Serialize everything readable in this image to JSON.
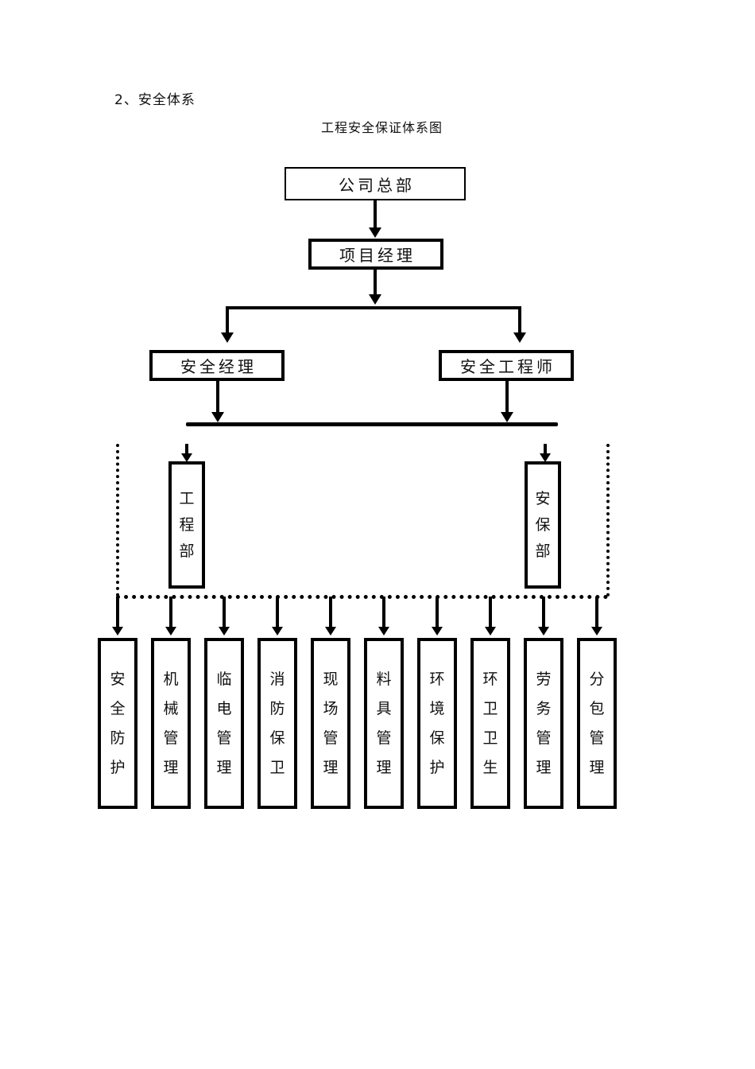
{
  "document": {
    "section_heading": "2、安全体系",
    "chart_title": "工程安全保证体系图"
  },
  "chart_data": {
    "type": "diagram",
    "diagram_kind": "organization-chart",
    "title": "工程安全保证体系图",
    "orientation": "top-down",
    "nodes": {
      "headquarters": {
        "label": "公司总部",
        "level": 1,
        "text_direction": "horizontal"
      },
      "project_manager": {
        "label": "项目经理",
        "level": 2,
        "text_direction": "horizontal"
      },
      "safety_manager": {
        "label": "安全经理",
        "level": 3,
        "text_direction": "horizontal"
      },
      "safety_engineer": {
        "label": "安全工程师",
        "level": 3,
        "text_direction": "horizontal"
      },
      "engineering_dept": {
        "label": "工程部",
        "level": 4,
        "text_direction": "vertical"
      },
      "security_dept": {
        "label": "安保部",
        "level": 4,
        "text_direction": "vertical"
      }
    },
    "leaf_nodes": [
      {
        "label": "安全防护",
        "chars": [
          "安",
          "全",
          "防",
          "护"
        ]
      },
      {
        "label": "机械管理",
        "chars": [
          "机",
          "械",
          "管",
          "理"
        ]
      },
      {
        "label": "临电管理",
        "chars": [
          "临",
          "电",
          "管",
          "理"
        ]
      },
      {
        "label": "消防保卫",
        "chars": [
          "消",
          "防",
          "保",
          "卫"
        ]
      },
      {
        "label": "现场管理",
        "chars": [
          "现",
          "场",
          "管",
          "理"
        ]
      },
      {
        "label": "料具管理",
        "chars": [
          "料",
          "具",
          "管",
          "理"
        ]
      },
      {
        "label": "环境保护",
        "chars": [
          "环",
          "境",
          "保",
          "护"
        ]
      },
      {
        "label": "环卫卫生",
        "chars": [
          "环",
          "卫",
          "卫",
          "生"
        ]
      },
      {
        "label": "劳务管理",
        "chars": [
          "劳",
          "务",
          "管",
          "理"
        ]
      },
      {
        "label": "分包管理",
        "chars": [
          "分",
          "包",
          "管",
          "理"
        ]
      }
    ],
    "dept_chars": {
      "engineering_dept": [
        "工",
        "程",
        "部"
      ],
      "security_dept": [
        "安",
        "保",
        "部"
      ]
    },
    "edges": [
      {
        "from": "headquarters",
        "to": "project_manager",
        "style": "solid-arrow"
      },
      {
        "from": "project_manager",
        "to": "safety_manager",
        "style": "solid-arrow"
      },
      {
        "from": "project_manager",
        "to": "safety_engineer",
        "style": "solid-arrow"
      },
      {
        "from": "safety_manager",
        "to": "main-bus",
        "style": "solid-arrow"
      },
      {
        "from": "safety_engineer",
        "to": "main-bus",
        "style": "solid-arrow"
      },
      {
        "from": "main-bus",
        "to": "engineering_dept",
        "style": "solid-arrow"
      },
      {
        "from": "main-bus",
        "to": "security_dept",
        "style": "solid-arrow"
      },
      {
        "from": "main-bus",
        "to": "dotted-bus",
        "style": "dotted"
      },
      {
        "from": "dotted-bus",
        "to": "leaf_nodes",
        "style": "solid-arrow",
        "count": 10
      }
    ],
    "colors": {
      "line": "#000000",
      "box_border": "#000000",
      "box_fill": "#ffffff",
      "text": "#111111",
      "page": "#ffffff"
    }
  }
}
